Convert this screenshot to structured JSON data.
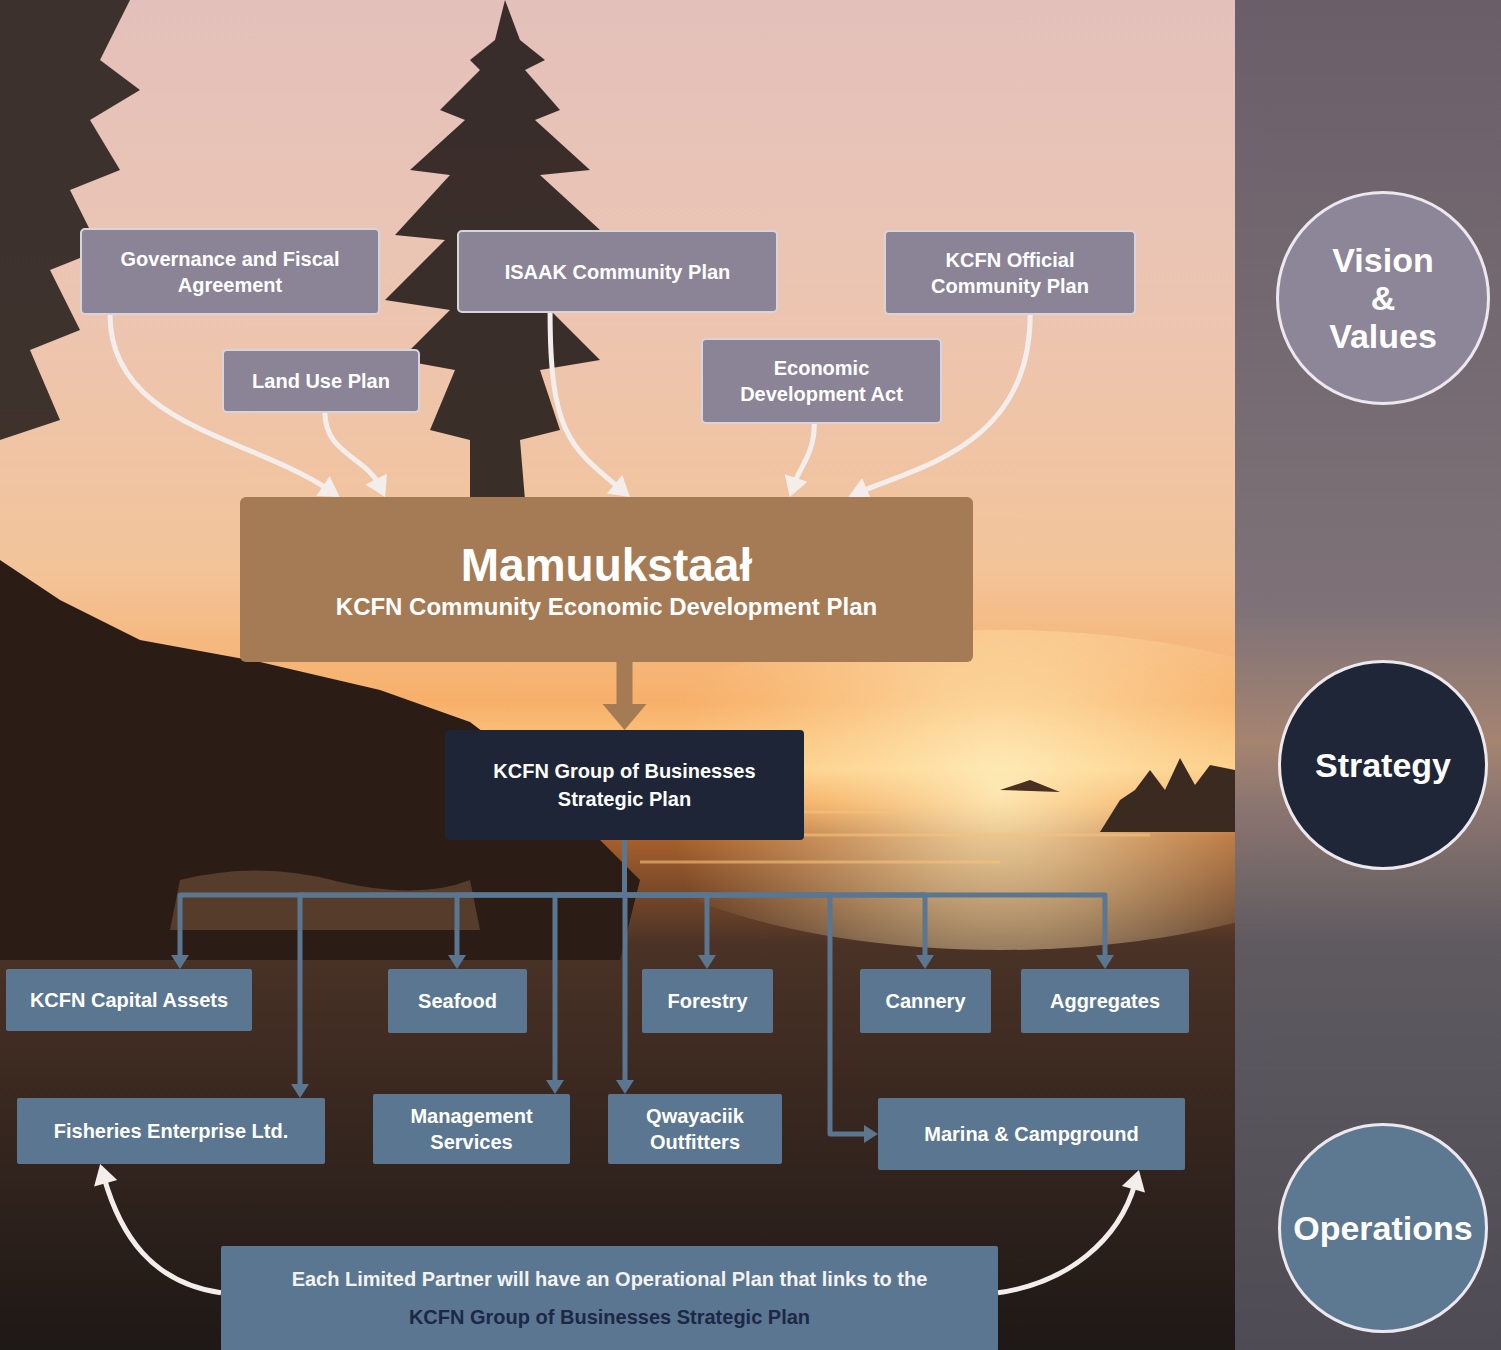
{
  "diagram": {
    "nodes": [
      {
        "text": [
          "Governance and Fiscal Agreement"
        ]
      },
      {
        "text": [
          "ISAAK Community Plan"
        ]
      },
      {
        "text": [
          "KCFN Official Community Plan"
        ]
      },
      {
        "text": [
          "Land Use Plan"
        ]
      },
      {
        "text": [
          "Economic Development Act"
        ]
      },
      {
        "text": [
          "Mamuukstaał",
          "KCFN Community Economic Development Plan"
        ]
      },
      {
        "text": [
          "KCFN Group of Businesses Strategic Plan"
        ]
      },
      {
        "text": [
          "KCFN Capital Assets"
        ]
      },
      {
        "text": [
          "Seafood"
        ]
      },
      {
        "text": [
          "Forestry"
        ]
      },
      {
        "text": [
          "Cannery"
        ]
      },
      {
        "text": [
          "Aggregates"
        ]
      },
      {
        "text": [
          "Fisheries Enterprise Ltd."
        ]
      },
      {
        "text": [
          "Management Services"
        ]
      },
      {
        "text": [
          "Qwayaciik Outfitters"
        ]
      },
      {
        "text": [
          "Marina & Campground"
        ]
      },
      {
        "text": [
          "Each Limited Partner will have an Operational Plan that links to the",
          "KCFN Group of Businesses Strategic Plan"
        ]
      },
      {
        "text": [
          "Vision & Values"
        ]
      },
      {
        "text": [
          "Strategy"
        ]
      },
      {
        "text": [
          "Operations"
        ]
      }
    ],
    "edges": [
      {
        "from": 0,
        "to": 5,
        "arrow": "to"
      },
      {
        "from": 3,
        "to": 5,
        "arrow": "to"
      },
      {
        "from": 1,
        "to": 5,
        "arrow": "to"
      },
      {
        "from": 4,
        "to": 5,
        "arrow": "to"
      },
      {
        "from": 2,
        "to": 5,
        "arrow": "to"
      },
      {
        "from": 5,
        "to": 6,
        "arrow": "to"
      },
      {
        "from": 6,
        "to": 7,
        "arrow": "to"
      },
      {
        "from": 6,
        "to": 8,
        "arrow": "to"
      },
      {
        "from": 6,
        "to": 9,
        "arrow": "to"
      },
      {
        "from": 6,
        "to": 10,
        "arrow": "to"
      },
      {
        "from": 6,
        "to": 11,
        "arrow": "to"
      },
      {
        "from": 6,
        "to": 12,
        "arrow": "to"
      },
      {
        "from": 6,
        "to": 13,
        "arrow": "to"
      },
      {
        "from": 6,
        "to": 14,
        "arrow": "to"
      },
      {
        "from": 6,
        "to": 15,
        "arrow": "to"
      },
      {
        "from": 16,
        "to": 12,
        "arrow": "to"
      },
      {
        "from": 16,
        "to": 15,
        "arrow": "to"
      }
    ]
  }
}
